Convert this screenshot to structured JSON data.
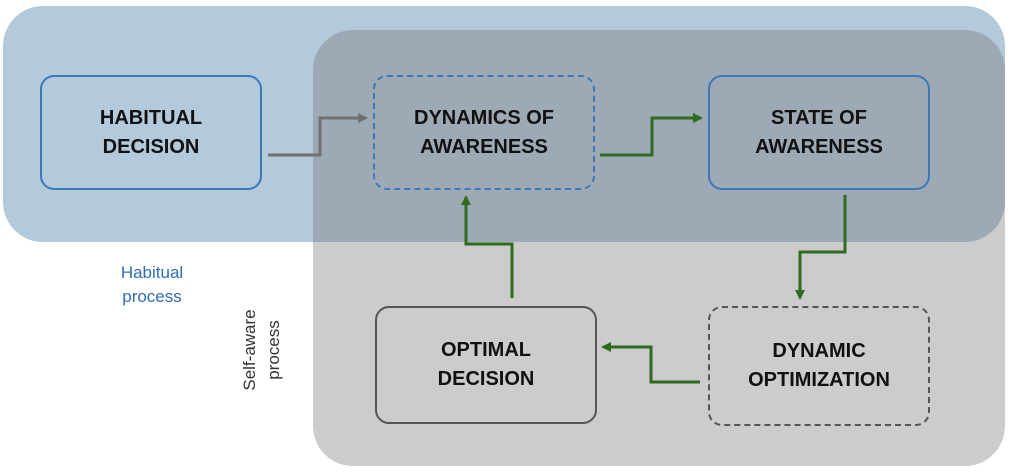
{
  "regions": {
    "habitual": {
      "label": "Habitual\nprocess",
      "color": "#2f6db3"
    },
    "self_aware": {
      "label": "Self-aware\nprocess",
      "color": "#333333"
    }
  },
  "boxes": {
    "habitual_decision": "HABITUAL\nDECISION",
    "dynamics_of_awareness": "DYNAMICS  OF\nAWARENESS",
    "state_of_awareness": "STATE OF\nAWARENESS",
    "optimal_decision": "OPTIMAL\nDECISION",
    "dynamic_optimization": "DYNAMIC\nOPTIMIZATION"
  },
  "colors": {
    "habitual_arrow": "#707070",
    "selfaware_arrow": "#2e6b1f",
    "blue_border": "#3f78b7",
    "grey_border": "#555555"
  }
}
